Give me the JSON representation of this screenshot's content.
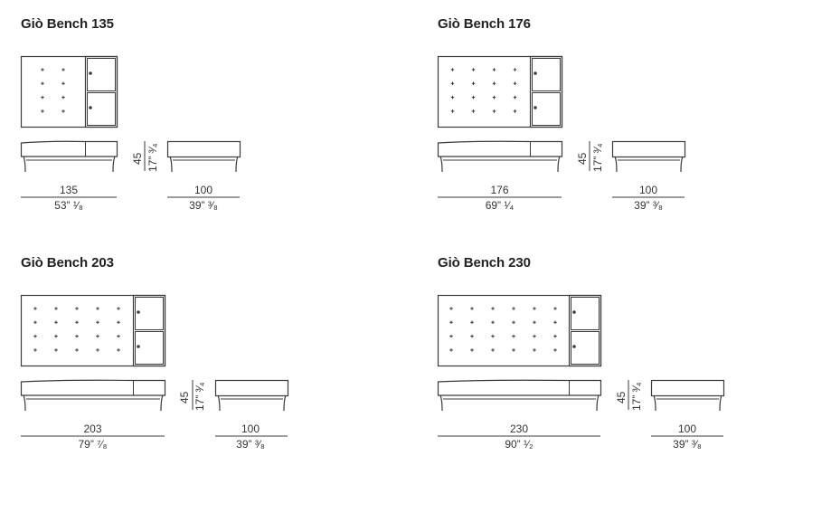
{
  "benches": [
    {
      "title": "Giò Bench 135",
      "length_cm": "135",
      "length_in": "53” ¹⁄₈",
      "height_cm": "45",
      "height_in": "17” ³⁄₄",
      "ottoman_cm": "100",
      "ottoman_in": "39” ³⁄₈",
      "cushion_cols": 2,
      "cushion_rows": 4
    },
    {
      "title": "Giò Bench 176",
      "length_cm": "176",
      "length_in": "69” ¹⁄₄",
      "height_cm": "45",
      "height_in": "17” ³⁄₄",
      "ottoman_cm": "100",
      "ottoman_in": "39” ³⁄₈",
      "cushion_cols": 4,
      "cushion_rows": 4
    },
    {
      "title": "Giò Bench 203",
      "length_cm": "203",
      "length_in": "79” ⁷⁄₈",
      "height_cm": "45",
      "height_in": "17” ³⁄₄",
      "ottoman_cm": "100",
      "ottoman_in": "39” ³⁄₈",
      "cushion_cols": 5,
      "cushion_rows": 4
    },
    {
      "title": "Giò Bench 230",
      "length_cm": "230",
      "length_in": "90” ¹⁄₂",
      "height_cm": "45",
      "height_in": "17” ³⁄₄",
      "ottoman_cm": "100",
      "ottoman_in": "39” ³⁄₈",
      "cushion_cols": 6,
      "cushion_rows": 4
    }
  ],
  "colors": {
    "line": "#3a3a3a",
    "text": "#222222"
  }
}
